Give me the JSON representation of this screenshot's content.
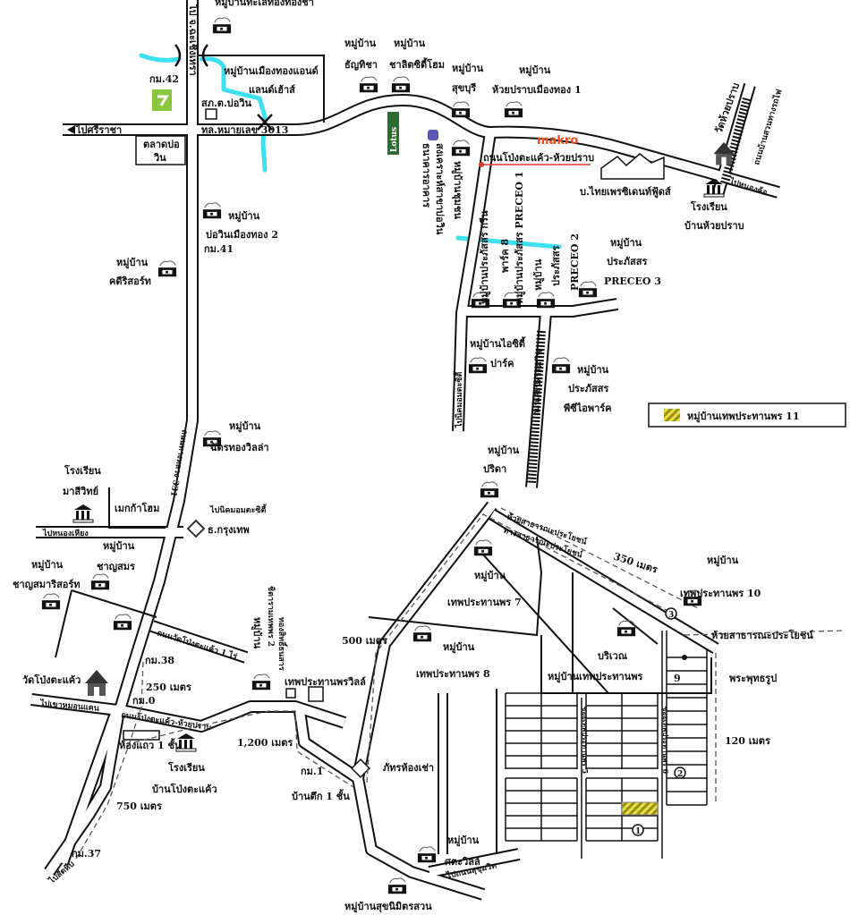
{
  "colors": {
    "river": "#3ee0ef",
    "highlight": "#d9cc16",
    "makro": "#e8501f",
    "road_name": "#e23a2a",
    "lotus": "#2e6b2e",
    "logo": "#8cc63f"
  },
  "legend": {
    "label": "หมู่บ้านเทพประทานพร 11"
  },
  "brands": {
    "makro": "makro",
    "lotus": "Lotus"
  },
  "north": {
    "v_top": "หมู่บ้านทะเลทองทองชา",
    "to_chachoengsao": "ไป จ.ฉะเชิงเทรา",
    "km42": "กม.42",
    "muangthong_1": "หมู่บ้านเมืองทองแอนด์",
    "muangthong_2": "แลนด์เฮ้าส์",
    "police": "สภ.ต.บ่อวิน",
    "to_sriracha": "ไปศรีราชา",
    "route3013": "ทล.หมายเลข 3013",
    "market_1": "ตลาดบ่อ",
    "market_2": "วิน",
    "tanthicha_1": "หมู่บ้าน",
    "tanthicha_2": "ธัญทิชา",
    "chalit_1": "หมู่บ้าน",
    "chalit_2": "ชาลิตซิตี้โฮม",
    "sukburi_1": "หมู่บ้าน",
    "sukburi_2": "สุขบุรี",
    "huaipraab_1": "หมู่บ้าน",
    "huaipraab_2": "ห้วยปราบเมืองทอง 1",
    "road_name": "ถนนโป่งตะแค้ว-ห้วยปราบ",
    "factory": "บ.ไทยเพรซิเดนท์ฟู้ดส์",
    "wat_huaipraab": "วัดห้วยปราบ",
    "road_ne": "ถนนบ้านสวนทางรถไฟ",
    "to_nongkho": "ไปหนองค้อ",
    "school_1": "โรงเรียน",
    "school_2": "บ้านห้วยปราบ",
    "bank_1": "ธนาคารอาคาร",
    "bank_2": "สงเคราะห์สาขาบ่อวิน",
    "chumchon": "หมู่บ้านชุมชน",
    "prapatsorn_green": "หมู่บ้านประภัสสร กรีน",
    "park8": "พาร์ค 8",
    "preceo1": "หมู่บ้านประภัสสร PRECEO 1",
    "preceo2_1": "หมู่บ้าน",
    "preceo2_2": "ประภัสสร",
    "preceo2_3": "PRECEO 2",
    "preceo3_1": "หมู่บ้าน",
    "preceo3_2": "ประภัสสร",
    "preceo3_3": "PRECEO 3",
    "icity_1": "หมู่บ้านไอซิตี้",
    "icity_2": "ปาร์ค",
    "pci_1": "หมู่บ้าน",
    "pci_2": "ประภัสสร",
    "pci_3": "พีซีไอพาร์ค",
    "to_amata": "ไปนิคมอมตะซิตี้",
    "rail_road": "ถนนเลียบทางรถไฟ"
  },
  "middle": {
    "bowin2_1": "หมู่บ้าน",
    "bowin2_2": "บ่อวินเมืองทอง 2",
    "km41": "กม.41",
    "kadee_1": "หมู่บ้าน",
    "kadee_2": "คดีริสอร์ท",
    "chattong_1": "หมู่บ้าน",
    "chattong_2": "ฉัตรทองวิลล่า",
    "highway": "ถนนทางหลวง 331",
    "masiwit_1": "โรงเรียน",
    "masiwit_2": "มาสีวิทย์",
    "megahome": "เมกก้าโฮม",
    "to_amata2": "ไปนิคมอมตะซิตี้",
    "bangkok_bank": "ธ.กรุงเทพ",
    "to_nongkhayang": "ไปหนองเหียง",
    "chansamorn_1": "หมู่บ้าน",
    "chansamorn_2": "ชาญสมร",
    "chansamara_1": "หมู่บ้าน",
    "chansamara_2": "ชาญสมาริสอร์ท"
  },
  "south_west": {
    "road_wat": "ถนนวัดโป่งตะแค้ว 1 ไร่",
    "km38": "กม.38",
    "m250": "250 เมตร",
    "km0": "กม.0",
    "wat": "วัดโป่งตะแค้ว",
    "to_khao": "ไปเขาหมอนแคน",
    "road_pong": "ถนนโป่งตะแค้ว-ห้วยปราบ",
    "shophouse": "ห้องแถว 1 ชั้น",
    "school_1": "โรงเรียน",
    "school_2": "บ้านโป่งตะแค้ว",
    "m1200": "1,200 เมตร",
    "v_label": "หมู่บ้าน",
    "v_name": "ชิตารามเทพพร 2",
    "v_name2": "ทองสิทธิ์ธนสาร",
    "tep_ville": "เทพประทานพรวิลล์",
    "m500": "500 เมตร",
    "km1": "กม.1",
    "building": "บ้านตึก 1 ชั้น",
    "phat": "ภัทรห้องเช่า",
    "m750": "750 เมตร",
    "to_sattahip": "ไปสัตหีบ",
    "km37": "กม.37",
    "sata_1": "หมู่บ้าน",
    "sata_2": "ศตะวิลล์",
    "suknimit": "หมู่บ้านสุขนิมิตรสวน",
    "to_sukhumvit": "ไปถนนสุขุมวิท"
  },
  "south_east": {
    "prida_1": "หมู่บ้าน",
    "prida_2": "ปริดา",
    "public_1": "ห้วยสาธารณะประโยชน์",
    "public_2": "ทางสาธารณะประโยชน์",
    "m350": "350 เมตร",
    "tep10_1": "หมู่บ้าน",
    "tep10_2": "เทพประทานพร 10",
    "public_3": "ห้วยสาธารณะประโยชน์",
    "buddha": "พระพุทธรูป",
    "m120": "120 เมตร",
    "tep7_1": "หมู่บ้าน",
    "tep7_2": "เทพประทานพร 7",
    "tep8_1": "หมู่บ้าน",
    "tep8_2": "เทพประทานพร 8",
    "area_1": "บริเวณ",
    "area_2": "หมู่บ้านเทพประทานพร",
    "nine": "9",
    "n1": "1",
    "n2": "2",
    "n3": "3",
    "soi5": "ซอยเทพประทานพร 5",
    "soi6": "ซอยเทพประทานพร 6"
  }
}
